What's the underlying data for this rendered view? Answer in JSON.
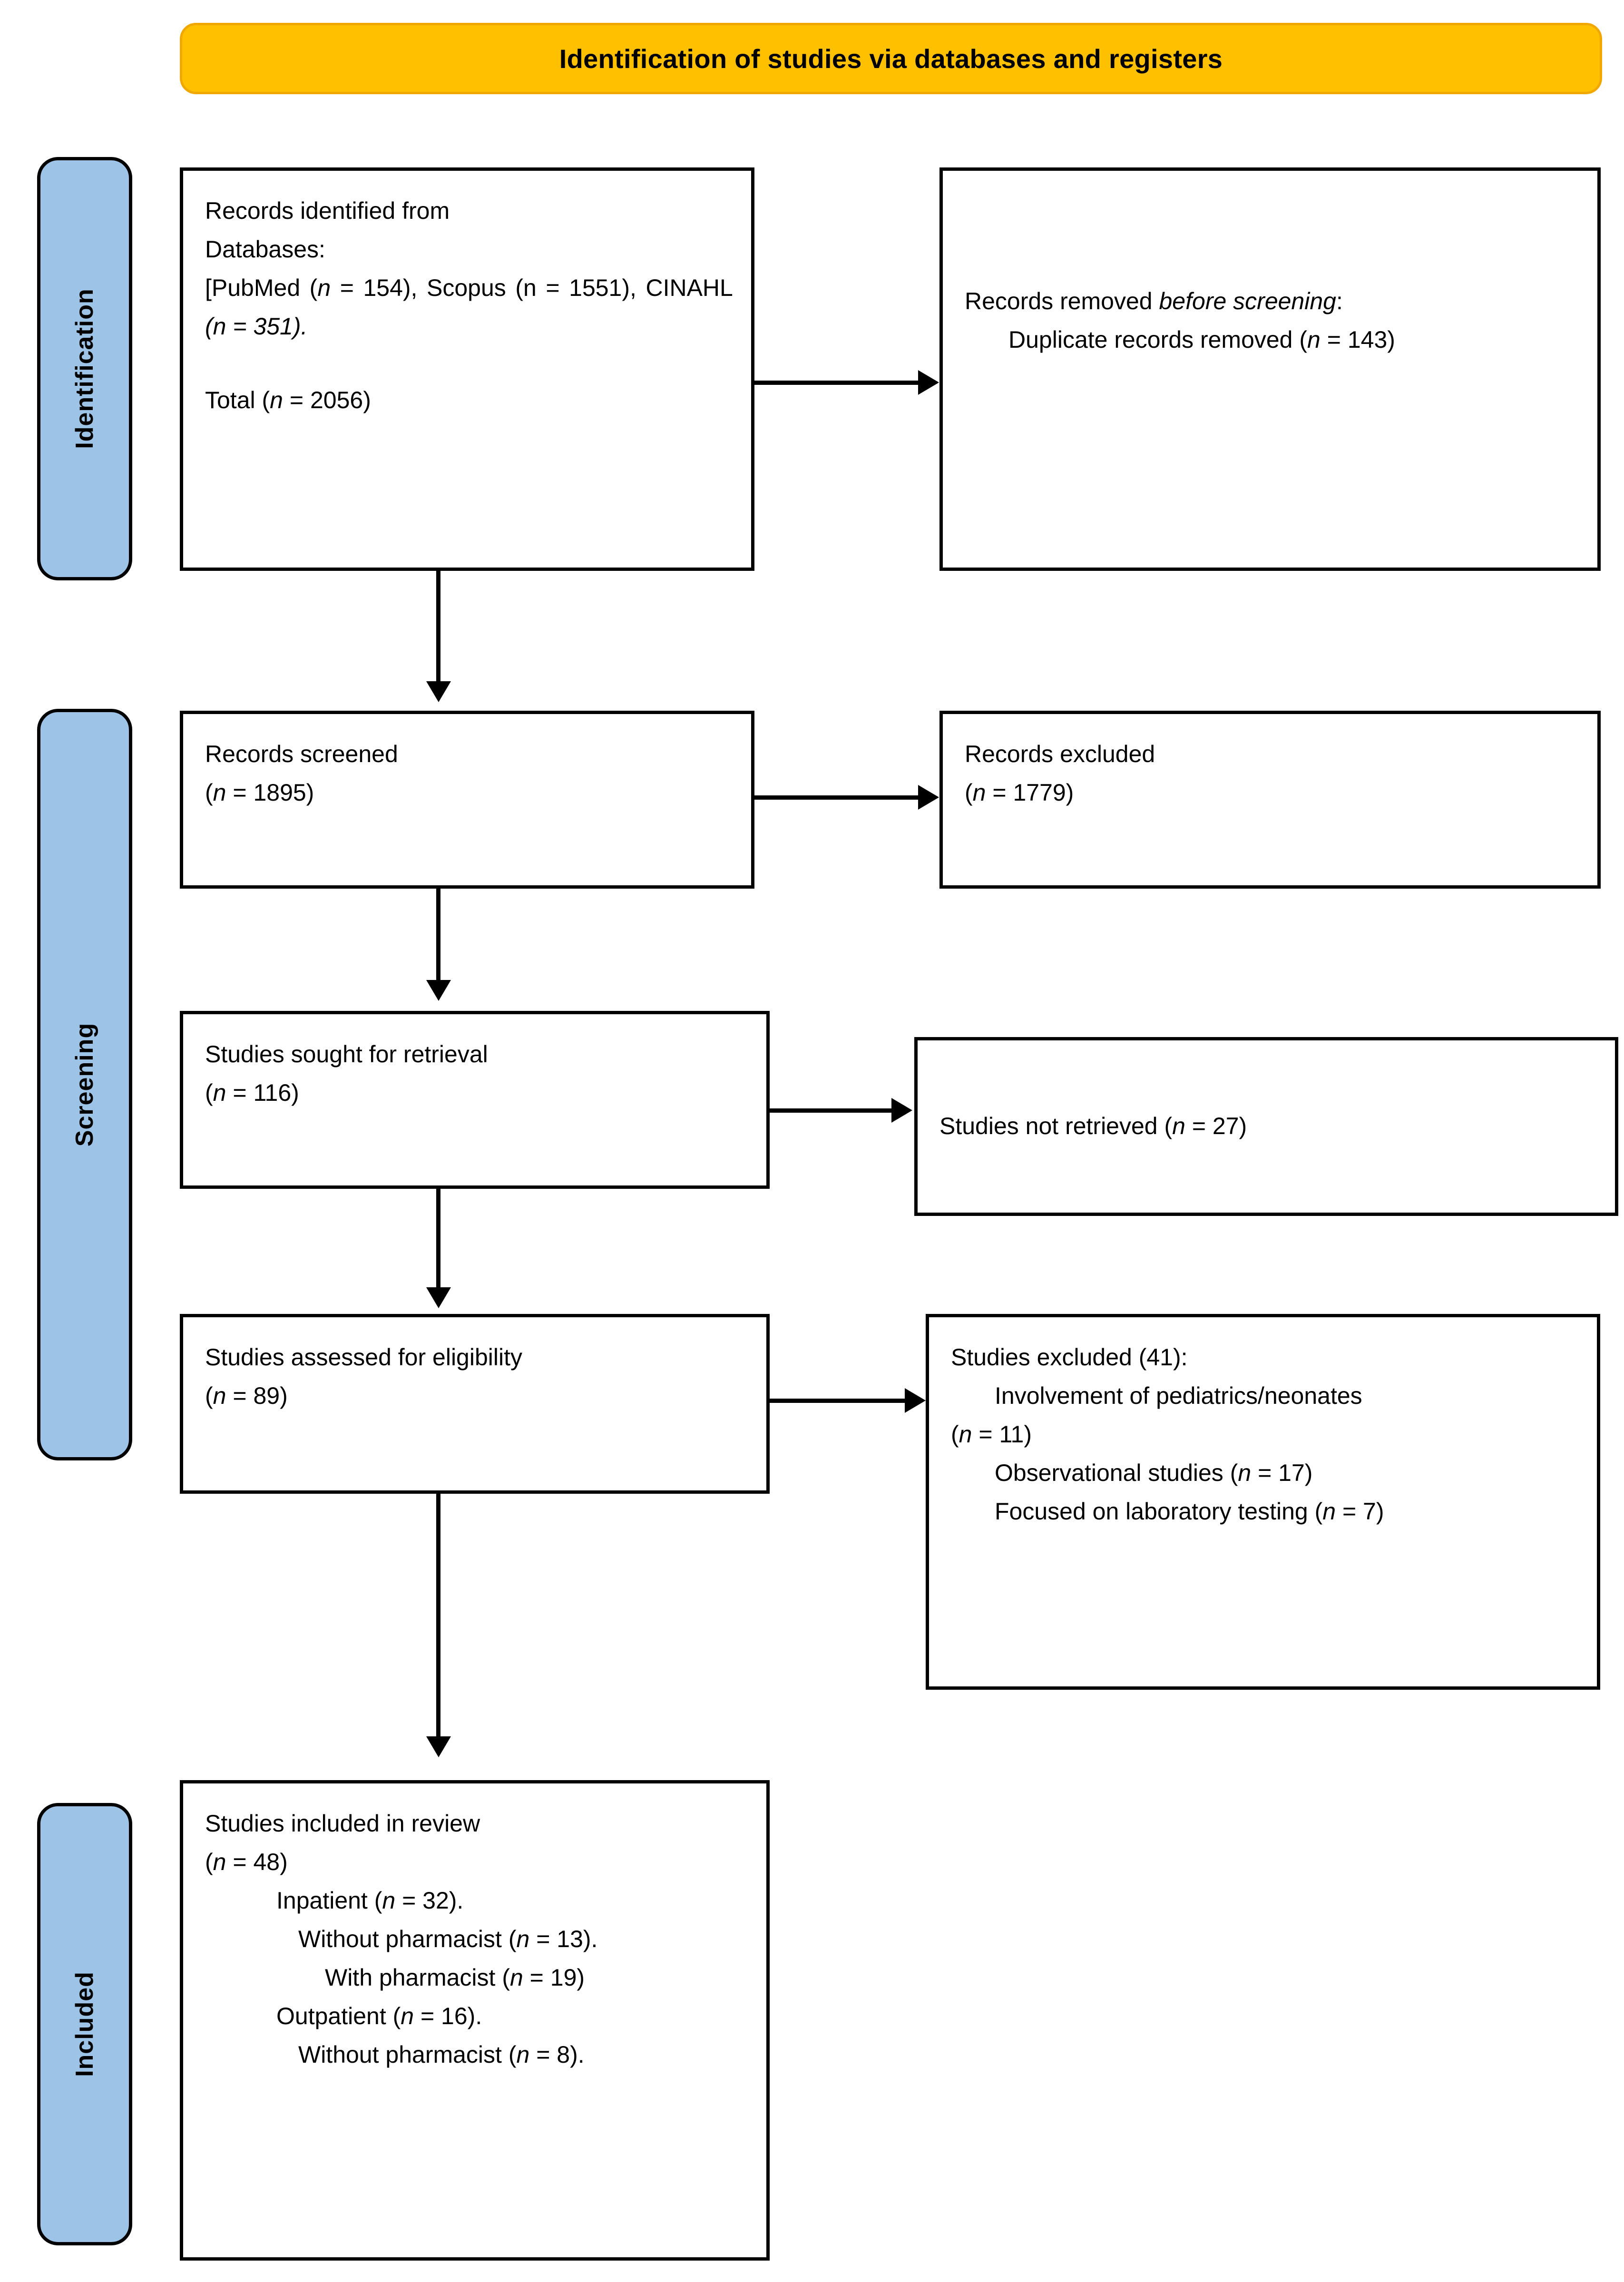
{
  "banner": {
    "title": "Identification of studies via databases and registers",
    "color": "#FFC000"
  },
  "stages": [
    {
      "id": "identification",
      "label": "Identification",
      "color": "#9DC3E6"
    },
    {
      "id": "screening",
      "label": "Screening",
      "color": "#9DC3E6"
    },
    {
      "id": "included",
      "label": "Included",
      "color": "#9DC3E6"
    }
  ],
  "boxes": {
    "records_identified": {
      "line1": "Records identified from",
      "line2": "Databases:",
      "line3_a": "[PubMed (",
      "line3_n1": "n",
      "line3_b": " = 154), Scopus (n = 1551), CINAHL ",
      "line3_n2": "(n = 351).",
      "total_a": "Total (",
      "total_n": "n",
      "total_b": " = 2056)"
    },
    "records_removed": {
      "heading_a": "Records removed ",
      "heading_em": "before screening",
      "heading_b": ":",
      "item_a": "Duplicate records removed (",
      "item_n": "n",
      "item_b": " = 143)"
    },
    "records_screened": {
      "line1": "Records screened",
      "line2_a": "(",
      "line2_n": "n",
      "line2_b": " = 1895)"
    },
    "records_excluded": {
      "line1": "Records excluded",
      "line2_a": "(",
      "line2_n": "n",
      "line2_b": " = 1779)"
    },
    "studies_sought": {
      "line1": "Studies sought for retrieval",
      "line2_a": "(",
      "line2_n": "n",
      "line2_b": " = 116)"
    },
    "studies_not_retrieved": {
      "line1_a": "Studies not retrieved (",
      "line1_n": "n",
      "line1_b": " = 27)"
    },
    "studies_assessed": {
      "line1": "Studies assessed for eligibility",
      "line2_a": "(",
      "line2_n": "n",
      "line2_b": " = 89)"
    },
    "studies_excluded": {
      "heading": "Studies excluded (41):",
      "r1_text": "Involvement of pediatrics/neonates",
      "r1_count_a": "(",
      "r1_count_n": "n",
      "r1_count_b": " = 11)",
      "r2_a": "Observational studies (",
      "r2_n": "n",
      "r2_b": " = 17)",
      "r3_a": "Focused on laboratory testing (",
      "r3_n": "n",
      "r3_b": " = 7)"
    },
    "studies_included": {
      "line1": "Studies included in review",
      "line2_a": "(",
      "line2_n": "n",
      "line2_b": " = 48)",
      "inpatient_a": "Inpatient (",
      "inpatient_n": "n",
      "inpatient_b": " = 32).",
      "in_without_a": "Without pharmacist (",
      "in_without_n": "n",
      "in_without_b": " = 13).",
      "in_with_a": "With pharmacist (",
      "in_with_n": "n",
      "in_with_b": " = 19)",
      "outpatient_a": "Outpatient (",
      "outpatient_n": "n",
      "outpatient_b": " = 16).",
      "out_without_a": "Without pharmacist (",
      "out_without_n": "n",
      "out_without_b": " = 8)."
    }
  }
}
